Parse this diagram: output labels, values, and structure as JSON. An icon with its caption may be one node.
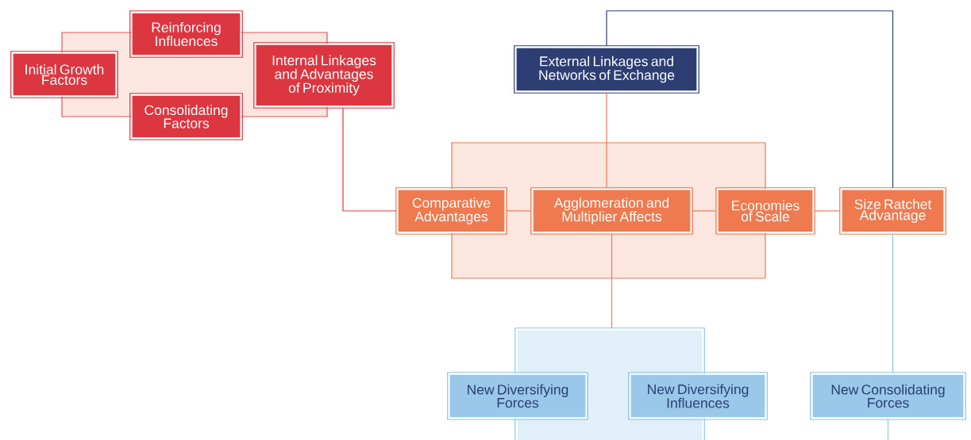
{
  "diagram": {
    "nodes": [
      {
        "text": [
          "Initial Growth Factors"
        ]
      },
      {
        "text": [
          "Reinforcing Influences"
        ]
      },
      {
        "text": [
          "Consolidating Factors"
        ]
      },
      {
        "text": [
          "Internal Linkages and Advantages of Proximity"
        ]
      },
      {
        "text": [
          "External Linkages and Networks of Exchange"
        ]
      },
      {
        "text": [
          "Comparative Advantages"
        ]
      },
      {
        "text": [
          "Agglomeration and Multiplier Affects"
        ]
      },
      {
        "text": [
          "Economies of Scale"
        ]
      },
      {
        "text": [
          "Size Ratchet Advantage"
        ]
      },
      {
        "text": [],
        "shape": "box"
      },
      {
        "text": [
          "New Diversifying Forces"
        ]
      },
      {
        "text": [
          "New Diversifying Influences"
        ]
      },
      {
        "text": [
          "New Consolidating Forces"
        ]
      }
    ],
    "edges": [
      {
        "from": 3,
        "to": 5,
        "arrow": "none",
        "color": "#d9383f"
      },
      {
        "from": 5,
        "to": 6,
        "arrow": "none"
      },
      {
        "from": 6,
        "to": 7,
        "arrow": "none"
      },
      {
        "from": 7,
        "to": 8,
        "arrow": "none"
      },
      {
        "from": 4,
        "to": 6,
        "arrow": "none"
      },
      {
        "from": 4,
        "to": 8,
        "arrow": "none",
        "color": "#2d3e73"
      },
      {
        "from": 6,
        "to": 9,
        "arrow": "none"
      },
      {
        "from": 8,
        "to": 12,
        "arrow": "none",
        "color": "#8cc3e8"
      },
      {
        "from": 12,
        "to": null,
        "arrow": "none",
        "color": "#8cc3e8"
      }
    ]
  }
}
